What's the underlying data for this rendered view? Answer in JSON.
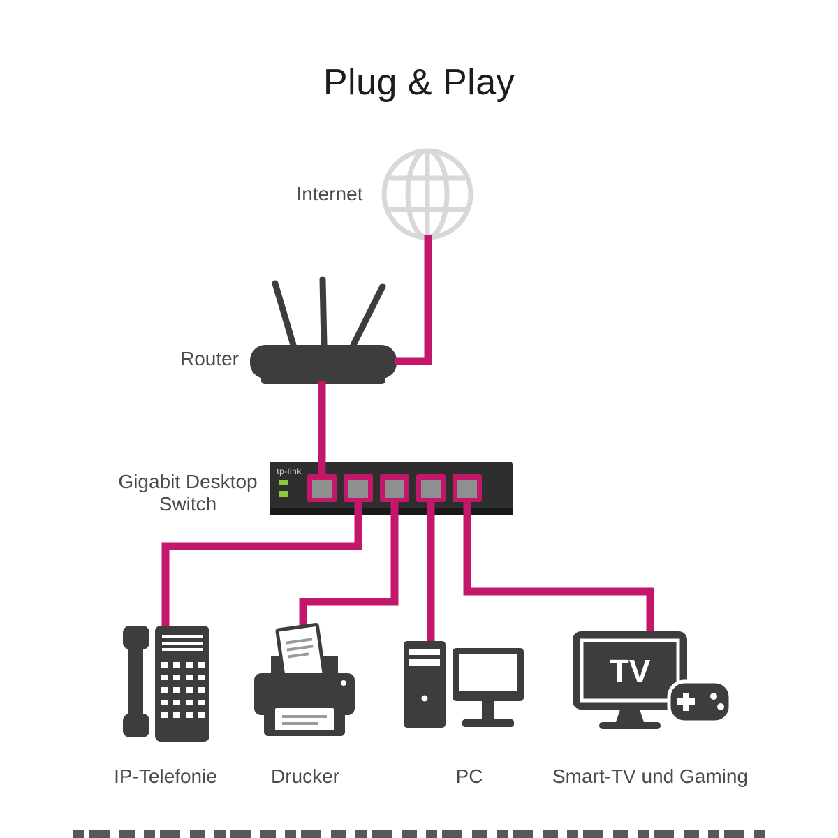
{
  "diagram": {
    "title": "Plug & Play",
    "colors": {
      "cable": "#c2176b",
      "device": "#3d3d3d",
      "globe": "#d8d8d8",
      "switch_body": "#2e2e2e",
      "port_inner": "#8f8f8f",
      "led": "#8dc63f",
      "label_text": "#4a4a4a"
    },
    "internet": {
      "label": "Internet"
    },
    "router": {
      "label": "Router"
    },
    "switch": {
      "label": "Gigabit Desktop\nSwitch",
      "brand": "tp-link",
      "port_count": "5"
    },
    "devices": {
      "phone": {
        "label": "IP-Telefonie"
      },
      "printer": {
        "label": "Drucker"
      },
      "pc": {
        "label": "PC"
      },
      "tv": {
        "label": "Smart-TV und Gaming",
        "screen_text": "TV"
      }
    },
    "connections": [
      {
        "from": "internet",
        "to": "router"
      },
      {
        "from": "router",
        "to": "switch-port-1"
      },
      {
        "from": "switch-port-2",
        "to": "phone"
      },
      {
        "from": "switch-port-3",
        "to": "printer"
      },
      {
        "from": "switch-port-4",
        "to": "pc"
      },
      {
        "from": "switch-port-5",
        "to": "tv"
      }
    ]
  }
}
